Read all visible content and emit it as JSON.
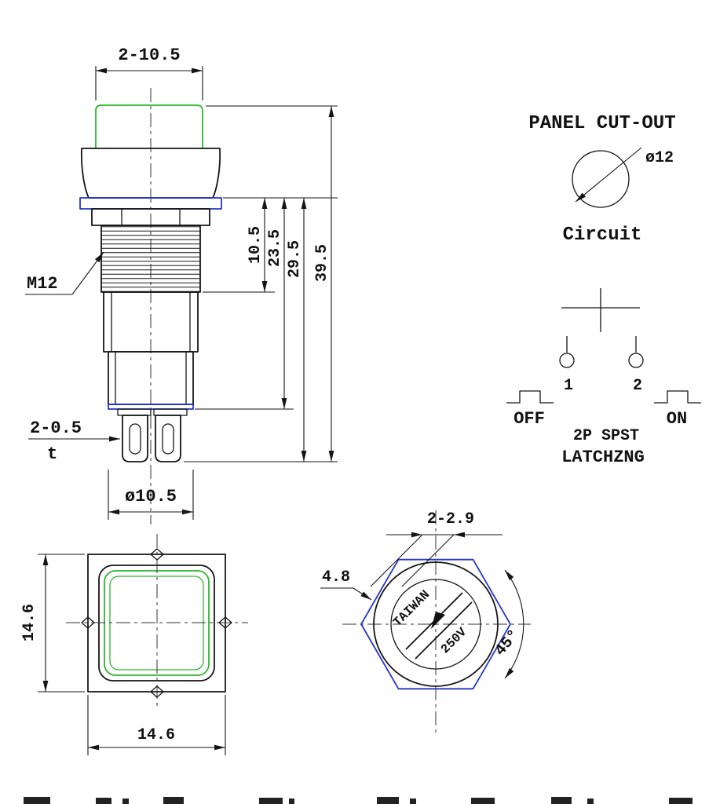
{
  "side_view": {
    "top_width": "2-10.5",
    "thread_length": "10.5",
    "to_base_length": "23.5",
    "to_terminal_length": "29.5",
    "total_length": "39.5",
    "thread_label": "M12",
    "terminals_label": "2-0.5",
    "terminals_symbol": "t",
    "tip_diameter": "ø10.5"
  },
  "panel_cutout": {
    "title": "PANEL CUT-OUT",
    "hole_diameter": "ø12"
  },
  "circuit": {
    "title": "Circuit",
    "terminal_1": "1",
    "terminal_2": "2",
    "off_label": "OFF",
    "on_label": "ON",
    "poles": "2P SPST",
    "action": "LATCHZNG"
  },
  "front_view": {
    "height": "14.6",
    "width": "14.6"
  },
  "hex_view": {
    "slot_dim": "2-2.9",
    "slot_depth": "4.8",
    "angle": "45°",
    "marking_top": "TAIWAN",
    "marking_bottom": "250V"
  },
  "colors": {
    "line": "#151515",
    "accent_blue": "#2436c7",
    "accent_green": "#2db82d"
  }
}
